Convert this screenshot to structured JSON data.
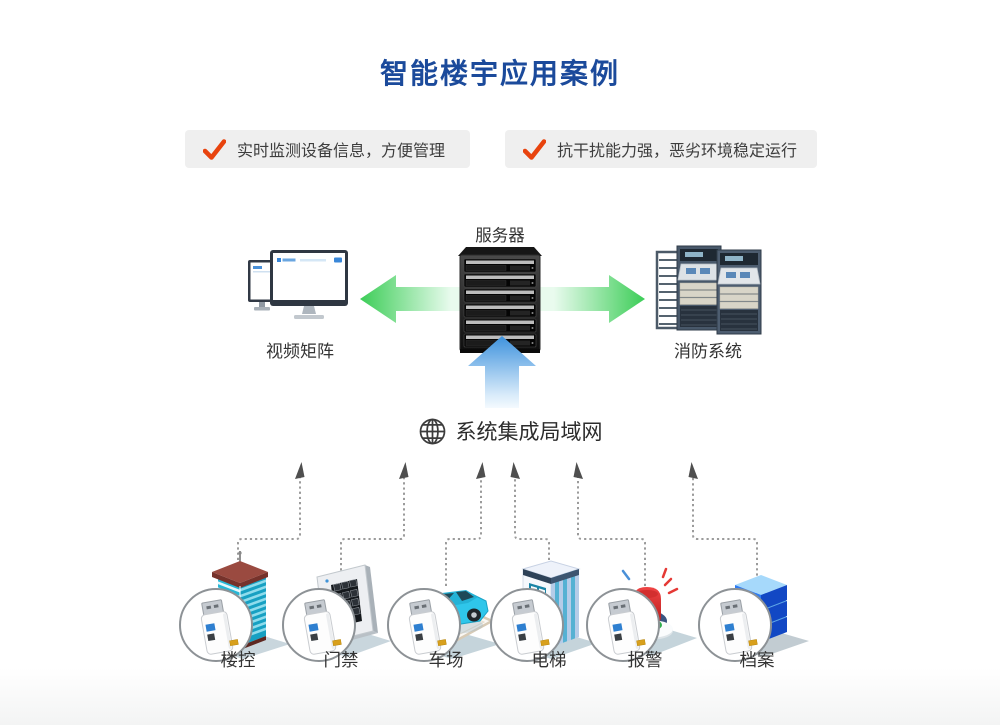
{
  "title": "智能楼宇应用案例",
  "badges": [
    {
      "icon": "check-icon",
      "text": "实时监测设备信息，方便管理"
    },
    {
      "icon": "check-icon",
      "text": "抗干扰能力强，恶劣环境稳定运行"
    }
  ],
  "topology": {
    "server": {
      "label": "服务器",
      "icon": "server-rack-icon"
    },
    "left_node": {
      "label": "视频矩阵",
      "icon": "monitors-icon"
    },
    "right_node": {
      "label": "消防系统",
      "icon": "fire-control-racks-icon"
    },
    "links": {
      "lateral": "bidirectional-green-arrow",
      "uplink": "blue-up-arrow"
    }
  },
  "network": {
    "icon": "globe-icon",
    "label": "系统集成局域网"
  },
  "devices": [
    {
      "icon": "building-icon",
      "adapter_icon": "usb-adapter-icon",
      "label": "楼控"
    },
    {
      "icon": "keypad-icon",
      "adapter_icon": "usb-adapter-icon",
      "label": "门禁"
    },
    {
      "icon": "car-icon",
      "adapter_icon": "usb-adapter-icon",
      "label": "车场"
    },
    {
      "icon": "elevator-icon",
      "adapter_icon": "usb-adapter-icon",
      "label": "电梯"
    },
    {
      "icon": "alarm-beacon-icon",
      "adapter_icon": "usb-adapter-icon",
      "label": "报警"
    },
    {
      "icon": "archive-stack-icon",
      "adapter_icon": "usb-adapter-icon",
      "label": "档案"
    }
  ],
  "colors": {
    "title_blue": "#1b4a9b",
    "check_red": "#e8430e",
    "arrow_green": "#3ccd57",
    "arrow_blue": "#3e92dd",
    "badge_bg": "#efefef",
    "text_dark": "#3a3a3a",
    "platform_gray_blue": "#c9d6dd"
  }
}
